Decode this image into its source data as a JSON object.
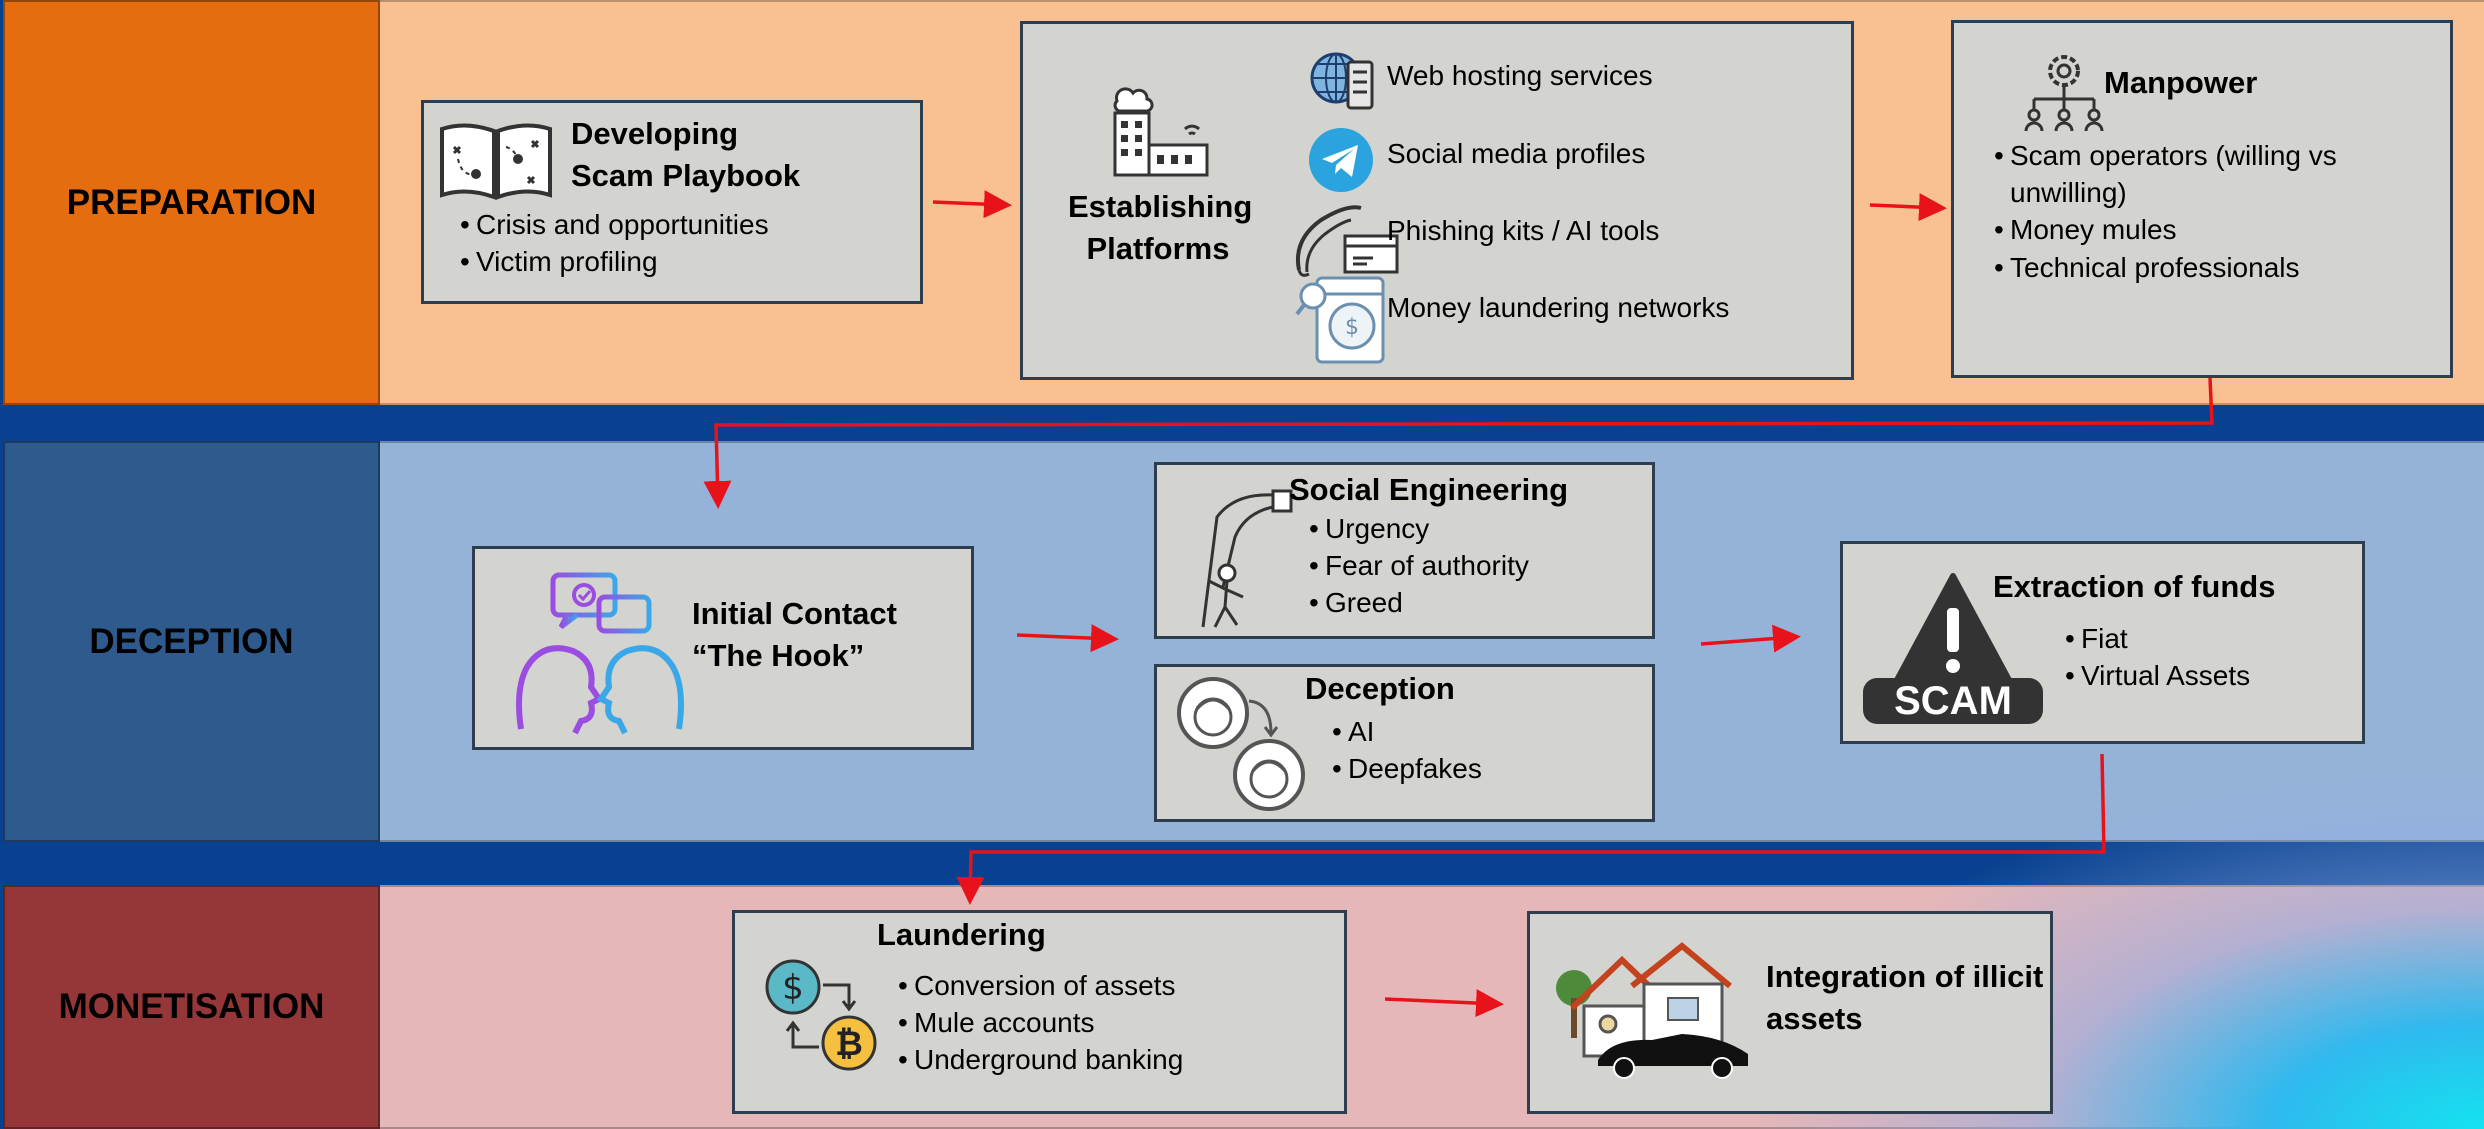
{
  "stages": {
    "preparation": "PREPARATION",
    "deception": "DECEPTION",
    "monetisation": "MONETISATION"
  },
  "preparation": {
    "playbook": {
      "title_line1": "Developing",
      "title_line2": "Scam Playbook",
      "bullets": [
        "Crisis and opportunities",
        "Victim profiling"
      ]
    },
    "platforms": {
      "title_line1": "Establishing",
      "title_line2": "Platforms",
      "items": [
        "Web hosting services",
        "Social media profiles",
        "Phishing kits / AI tools",
        "Money laundering networks"
      ]
    },
    "manpower": {
      "title": "Manpower",
      "bullets": [
        "Scam operators (willing vs unwilling)",
        "Money mules",
        "Technical professionals"
      ]
    }
  },
  "deception": {
    "hook": {
      "title_line1": "Initial Contact",
      "title_line2": "“The Hook”"
    },
    "social": {
      "title": "Social Engineering",
      "bullets": [
        "Urgency",
        "Fear of authority",
        "Greed"
      ]
    },
    "deception_box": {
      "title": "Deception",
      "bullets": [
        "AI",
        "Deepfakes"
      ]
    },
    "extraction": {
      "title": "Extraction of funds",
      "bullets": [
        "Fiat",
        "Virtual Assets"
      ],
      "sign_text": "SCAM"
    }
  },
  "monetisation": {
    "laundering": {
      "title": "Laundering",
      "bullets": [
        "Conversion of assets",
        "Mule accounts",
        "Underground banking"
      ]
    },
    "integration": {
      "title_line1": "Integration of illicit",
      "title_line2": "assets"
    }
  },
  "colors": {
    "preparation_label": "#e56c0f",
    "preparation_bg": "#f9c092",
    "deception_label": "#2f5a8e",
    "deception_bg": "#95b3d9",
    "monetisation_label": "#953638",
    "monetisation_bg": "#e5b7b9",
    "separator": "#08418f",
    "box_fill": "#d3d4d0",
    "arrow": "#e8121a"
  },
  "icons": [
    "treasure-map-book-icon",
    "building-cloud-icon",
    "globe-server-icon",
    "telegram-icon",
    "fishing-hook-card-icon",
    "washing-machine-money-icon",
    "org-chart-gear-icon",
    "chat-heads-icon",
    "puppet-hand-icon",
    "face-swap-icon",
    "scam-warning-icon",
    "dollar-bitcoin-exchange-icon",
    "house-car-icon"
  ]
}
